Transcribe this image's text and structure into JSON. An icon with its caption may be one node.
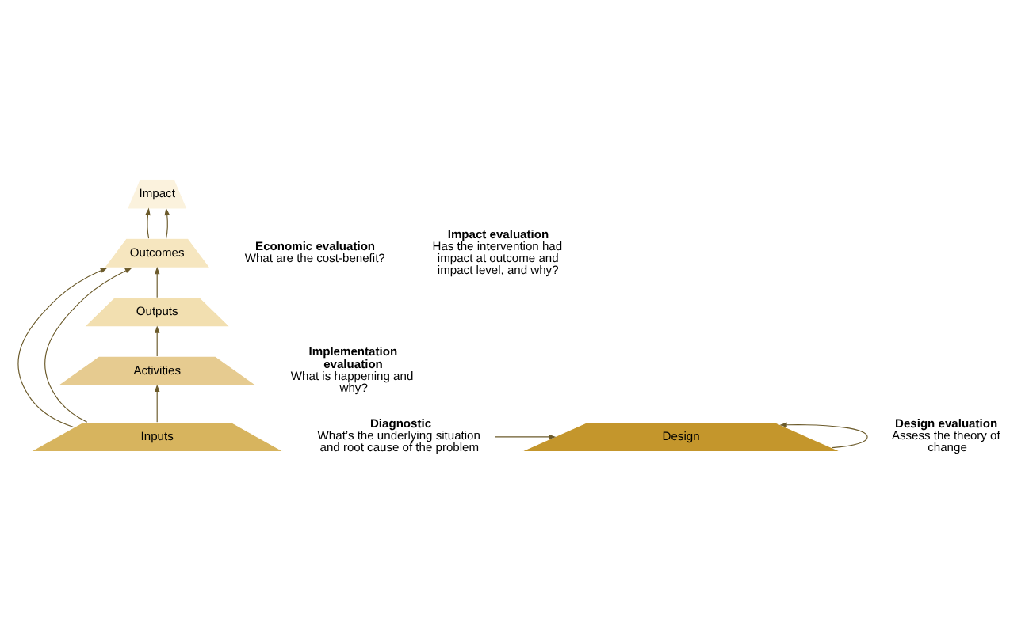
{
  "diagram": {
    "nodes": [
      {
        "text": [
          "Impact"
        ]
      },
      {
        "text": [
          "Outcomes"
        ]
      },
      {
        "text": [
          "Outputs"
        ]
      },
      {
        "text": [
          "Activities"
        ]
      },
      {
        "text": [
          "Inputs"
        ]
      },
      {
        "text": [
          "Design"
        ]
      },
      {
        "text": [
          "Economic evaluation",
          "What are the cost-benefit?"
        ]
      },
      {
        "text": [
          "Impact evaluation",
          "Has the intervention had impact at outcome and impact level, and why?"
        ]
      },
      {
        "text": [
          "Implementation evaluation",
          "What is happening and why?"
        ]
      },
      {
        "text": [
          "Diagnostic",
          "What’s the underlying situation and root cause of the problem"
        ]
      },
      {
        "text": [
          "Design evaluation",
          "Assess the theory of change"
        ]
      }
    ],
    "edges": [
      {
        "from": 4,
        "to": 3,
        "arrow": "to"
      },
      {
        "from": 3,
        "to": 2,
        "arrow": "to"
      },
      {
        "from": 2,
        "to": 1,
        "arrow": "to"
      },
      {
        "from": 1,
        "to": 0,
        "arrow": "to"
      },
      {
        "from": 1,
        "to": 0,
        "arrow": "to"
      },
      {
        "from": 4,
        "to": 1,
        "arrow": "to"
      },
      {
        "from": 4,
        "to": 1,
        "arrow": "to"
      },
      {
        "from": 5,
        "to": 5,
        "arrow": "to"
      },
      {
        "from": 9,
        "to": 5,
        "arrow": "to"
      }
    ]
  }
}
